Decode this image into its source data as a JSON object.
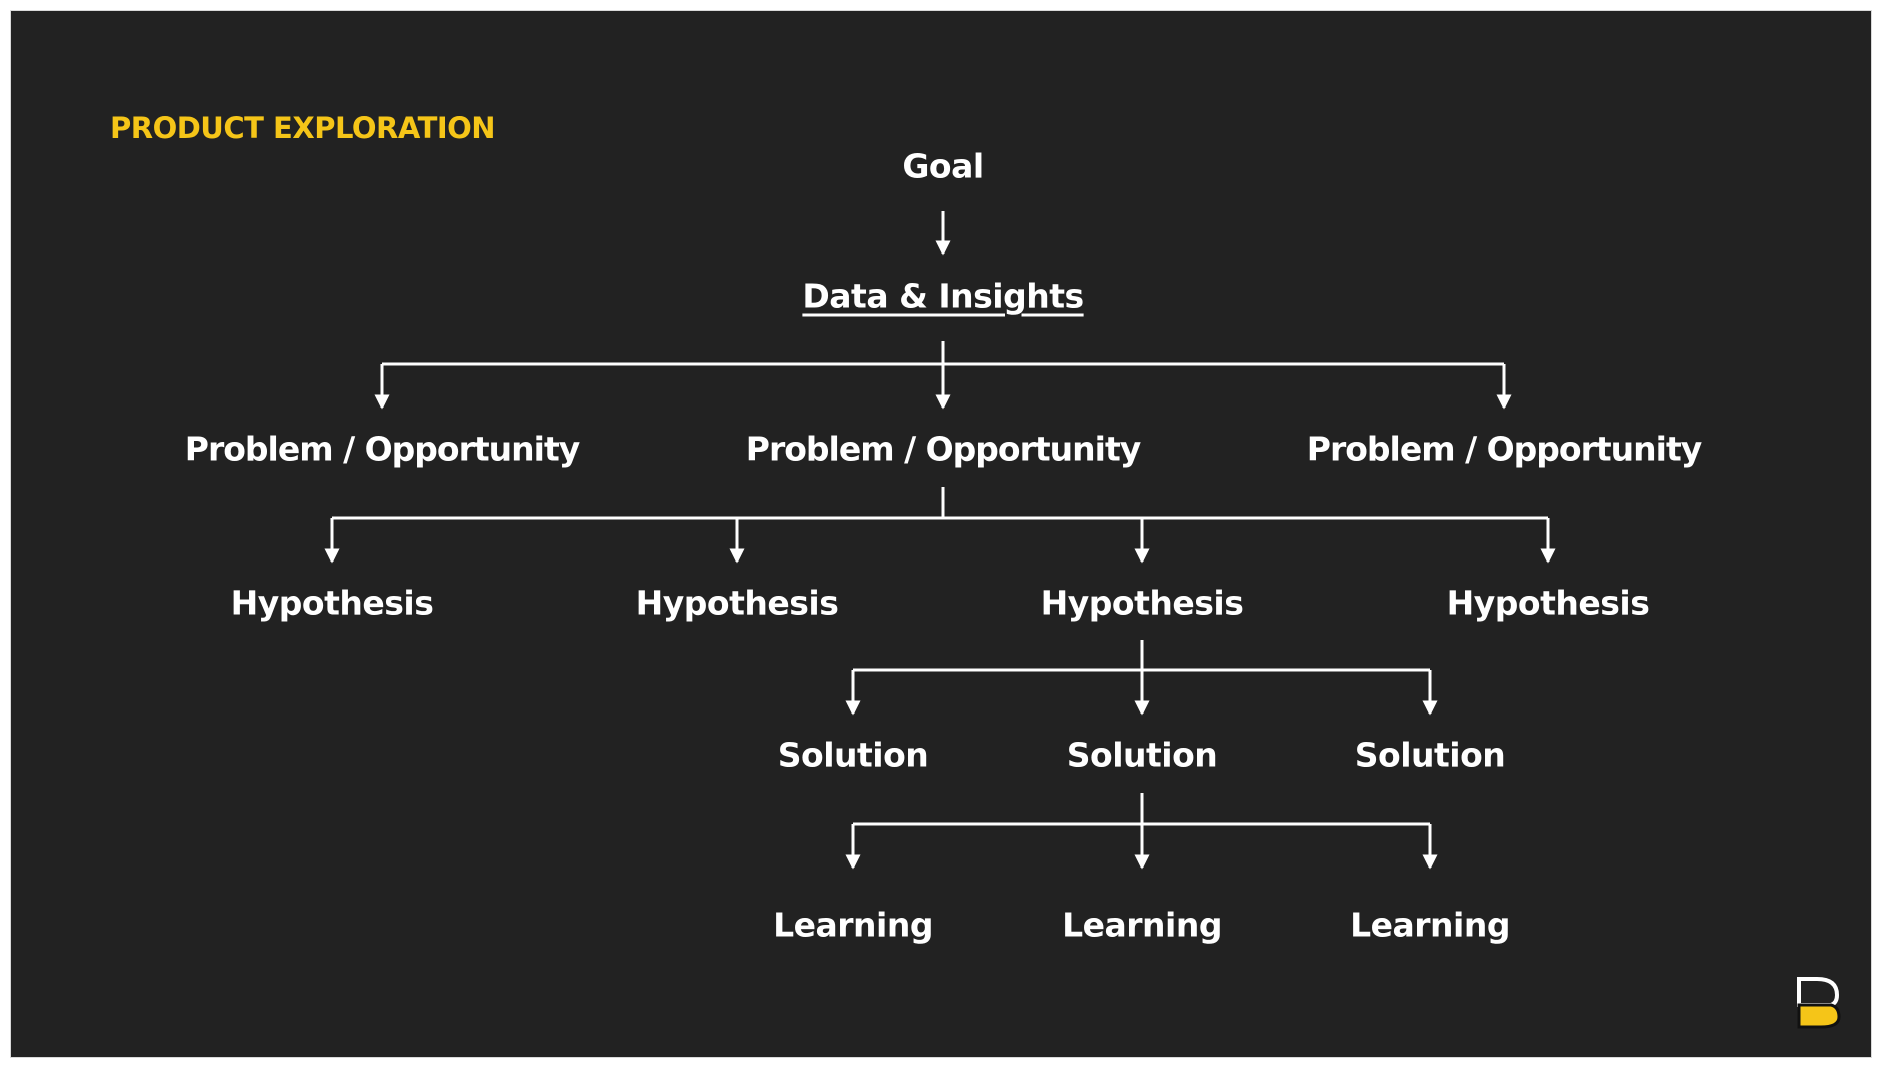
{
  "slide": {
    "title": "PRODUCT EXPLORATION",
    "colors": {
      "background": "#222222",
      "title_accent": "#f5c518",
      "text": "#ffffff",
      "connector": "#ffffff"
    }
  },
  "diagram": {
    "goal": "Goal",
    "data_insights": "Data & Insights",
    "problems": [
      "Problem / Opportunity",
      "Problem / Opportunity",
      "Problem / Opportunity"
    ],
    "hypotheses": [
      "Hypothesis",
      "Hypothesis",
      "Hypothesis",
      "Hypothesis"
    ],
    "solutions": [
      "Solution",
      "Solution",
      "Solution"
    ],
    "learnings": [
      "Learning",
      "Learning",
      "Learning"
    ]
  },
  "logo": {
    "icon": "brand-logo-icon",
    "colors": {
      "primary": "#f5c518",
      "outline": "#ffffff"
    }
  }
}
